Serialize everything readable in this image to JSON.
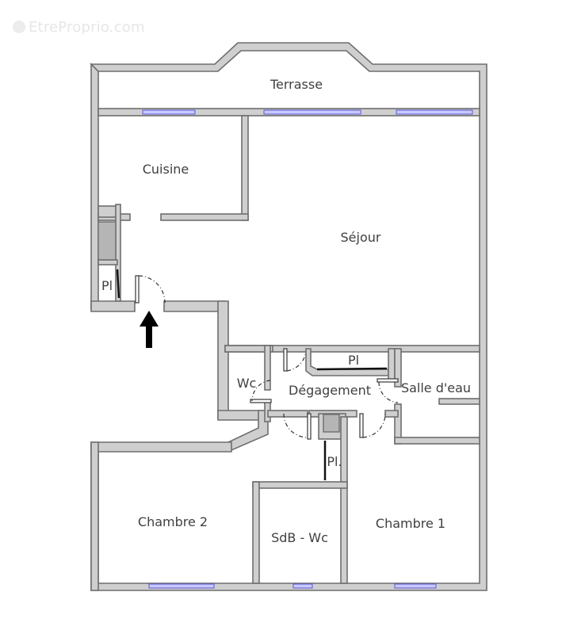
{
  "watermark": "EtreProprio.com",
  "plan": {
    "rooms": [
      {
        "id": "terrasse",
        "label": "Terrasse"
      },
      {
        "id": "cuisine",
        "label": "Cuisine"
      },
      {
        "id": "sejour",
        "label": "Séjour"
      },
      {
        "id": "placard_entree",
        "label": "Pl"
      },
      {
        "id": "wc",
        "label": "Wc"
      },
      {
        "id": "degagement",
        "label": "Dégagement"
      },
      {
        "id": "placard_degagement",
        "label": "Pl"
      },
      {
        "id": "salle_eau",
        "label": "Salle d'eau"
      },
      {
        "id": "placard_chambre",
        "label": "Pl."
      },
      {
        "id": "chambre2",
        "label": "Chambre 2"
      },
      {
        "id": "sdb_wc",
        "label": "SdB - Wc"
      },
      {
        "id": "chambre1",
        "label": "Chambre 1"
      }
    ],
    "entrance_arrow": "entrance-arrow-up",
    "colors": {
      "wall_fill": "#cfcfcf",
      "wall_stroke": "#6e6e6e",
      "window": "#c8c8ff",
      "label": "#404040",
      "duct": "#b5b5b5"
    }
  }
}
